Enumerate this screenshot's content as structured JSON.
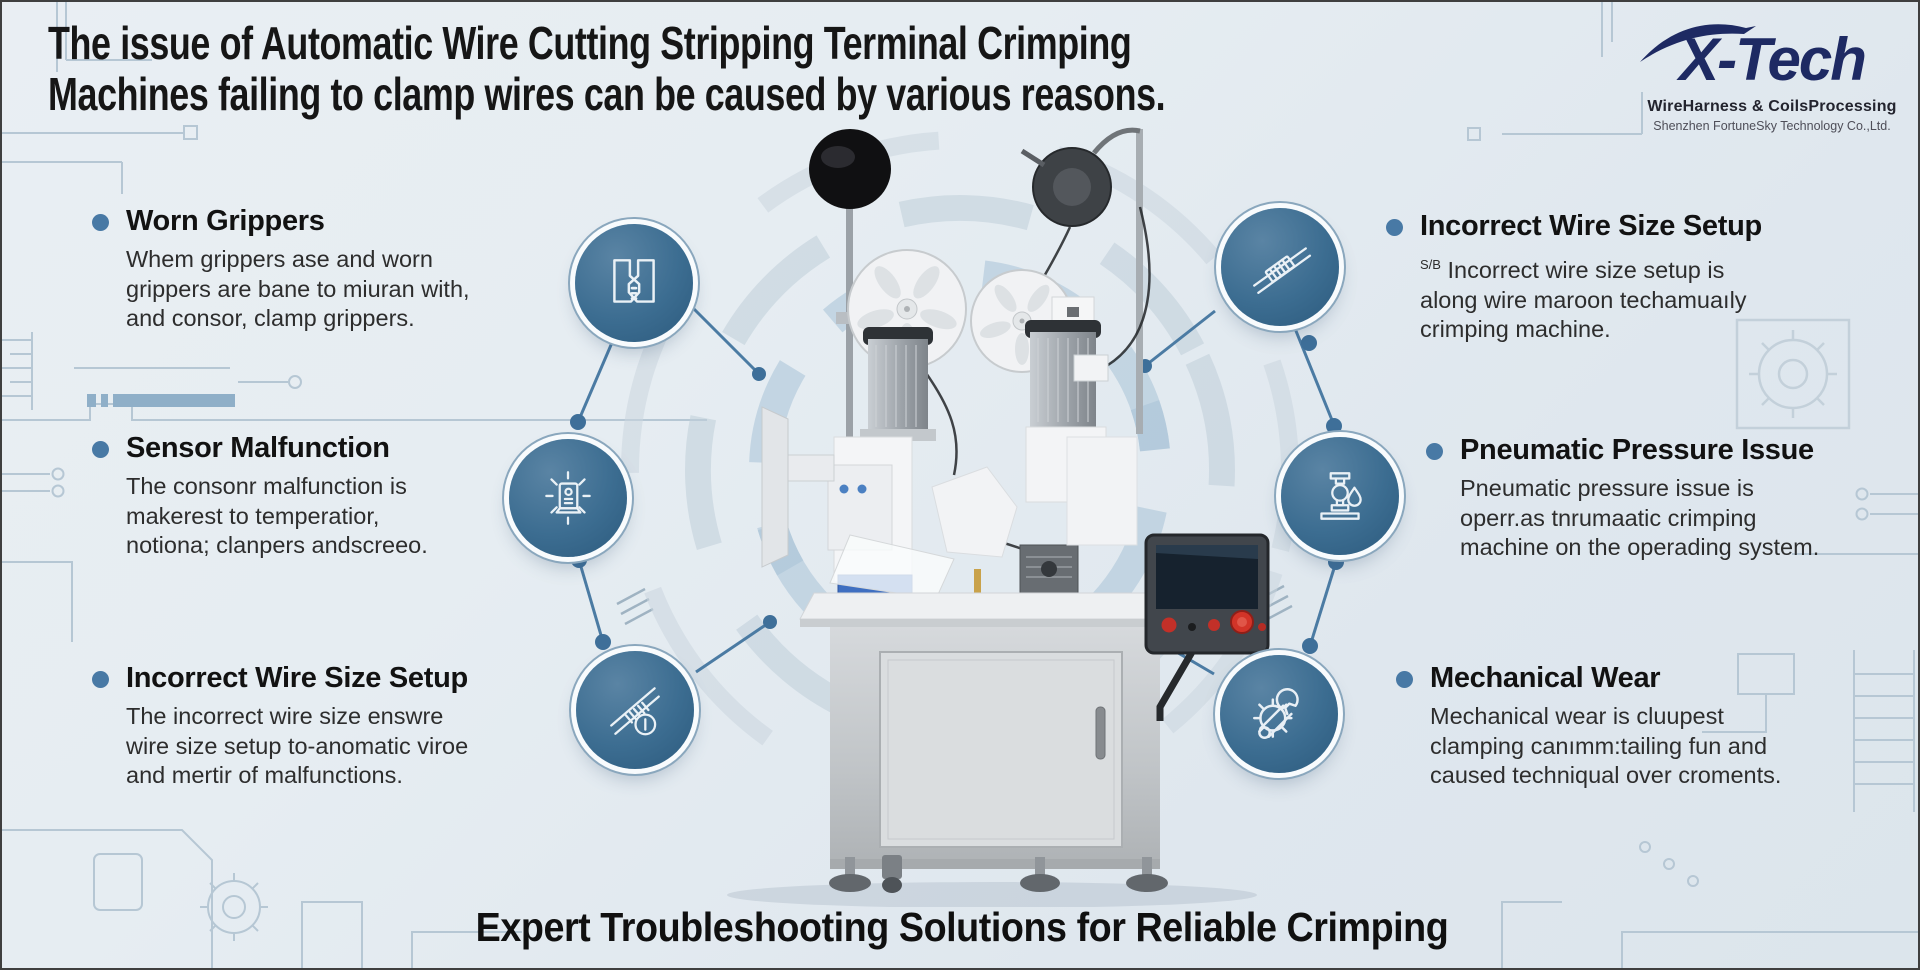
{
  "header": {
    "title_line1": "The issue of Automatic Wire Cutting Stripping Terminal Crimping",
    "title_line2": "Machines failing to clamp wires can be caused by various reasons.",
    "logo": {
      "brand": "X-Tech",
      "tagline": "WireHarness & CoilsProcessing",
      "company": "Shenzhen FortuneSky Technology Co.,Ltd."
    }
  },
  "left_items": [
    {
      "icon": "grippers-icon",
      "title": "Worn Grippers",
      "body": "Whem grippers ase and worn\ngrippers are bane to miuran with,\nand consor, clamp grippers."
    },
    {
      "icon": "sensor-icon",
      "title": "Sensor Malfunction",
      "body": "The consonr malfunction is\nmakerest to temperatior,\nnotiona; clanpers andscreeo."
    },
    {
      "icon": "wire-size-icon",
      "title": "Incorrect Wire Size Setup",
      "body": "The incorrect wire size enswre\nwire size setup to-anomatic viroe\nand mertir of malfunctions."
    }
  ],
  "right_items": [
    {
      "icon": "wire-gauge-icon",
      "title": "Incorrect Wire Size Setup",
      "prefix": "S/B",
      "body": "Incorrect wire size setup is\nalong wire maroon techamuaıly\ncrimping machine."
    },
    {
      "icon": "pneumatic-valve-icon",
      "title": "Pneumatic Pressure Issue",
      "body": "Pneumatic pressure issue is\noperr.as tnrumaatic crimping\nmachine on the operading system."
    },
    {
      "icon": "gear-wrench-icon",
      "title": "Mechanical Wear",
      "body": "Mechanical wear is cluupest\nclamping canımm:tailing fun and\ncaused techniqual over croments."
    }
  ],
  "footer": {
    "headline": "Expert Troubleshooting Solutions for Reliable Crimping"
  },
  "colors": {
    "accent_blue": "#3c6d91",
    "bullet": "#4879a5",
    "navy": "#1e2a63",
    "title_text": "#161616",
    "body_text": "#2d2d2d",
    "background": "#e6edf2",
    "circuit_lines": "#b6c7d4",
    "connector": "#4b7ba3",
    "bar_decoration": "#8fafc8"
  }
}
